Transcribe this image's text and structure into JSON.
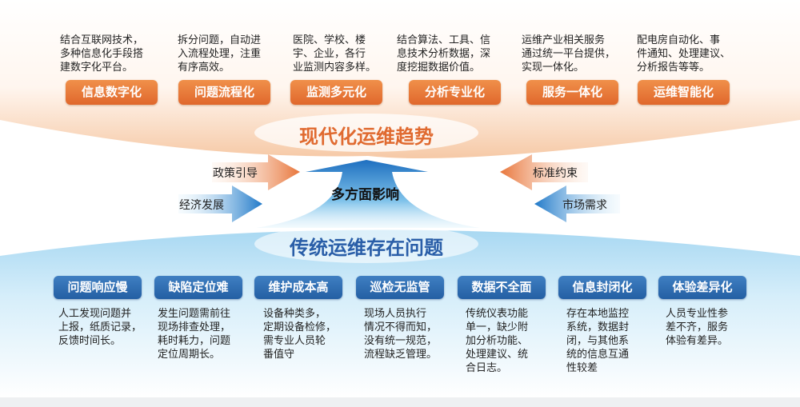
{
  "top": {
    "title": "现代化运维趋势",
    "items": [
      {
        "label": "信息数字化",
        "desc": "结合互联网技术，\n多种信息化手段搭\n建数字化平台。"
      },
      {
        "label": "问题流程化",
        "desc": "拆分问题，自动进\n入流程处理，注重\n有序高效。"
      },
      {
        "label": "监测多元化",
        "desc": "医院、学校、楼\n宇、企业，各行\n业监测内容多样。"
      },
      {
        "label": "分析专业化",
        "desc": "结合算法、工具、信\n息技术分析数据，深\n度挖掘数据价值。"
      },
      {
        "label": "服务一体化",
        "desc": "运维产业相关服务\n通过统一平台提供，\n实现一体化。"
      },
      {
        "label": "运维智能化",
        "desc": "配电房自动化、事\n件通知、处理建议、\n分析报告等等。"
      }
    ]
  },
  "middle": {
    "center_label": "多方面影响",
    "left_top": "政策引导",
    "left_bottom": "经济发展",
    "right_top": "标准约束",
    "right_bottom": "市场需求"
  },
  "bottom": {
    "title": "传统运维存在问题",
    "items": [
      {
        "label": "问题响应慢",
        "desc": "人工发现问题并\n上报，纸质记录，\n反馈时间长。"
      },
      {
        "label": "缺陷定位难",
        "desc": "发生问题需前往\n现场排查处理，\n耗时耗力，问题\n定位周期长。"
      },
      {
        "label": "维护成本高",
        "desc": "设备种类多，\n定期设备检修，\n需专业人员轮\n番值守"
      },
      {
        "label": "巡检无监管",
        "desc": "现场人员执行\n情况不得而知，\n没有统一规范，\n流程缺乏管理。"
      },
      {
        "label": "数据不全面",
        "desc": "传统仪表功能\n单一，缺少附\n加分析功能、\n处理建议、统\n合日志。"
      },
      {
        "label": "信息封闭化",
        "desc": "存在本地监控\n系统，数据封\n闭，与其他系\n统的信息互通\n性较差"
      },
      {
        "label": "体验差异化",
        "desc": "人员专业性参\n差不齐，服务\n体验有差异。"
      }
    ]
  },
  "colors": {
    "orange": "#e0672c",
    "blue": "#245fa3",
    "orange_title": "#e06a30",
    "blue_title": "#2a5ea8"
  }
}
